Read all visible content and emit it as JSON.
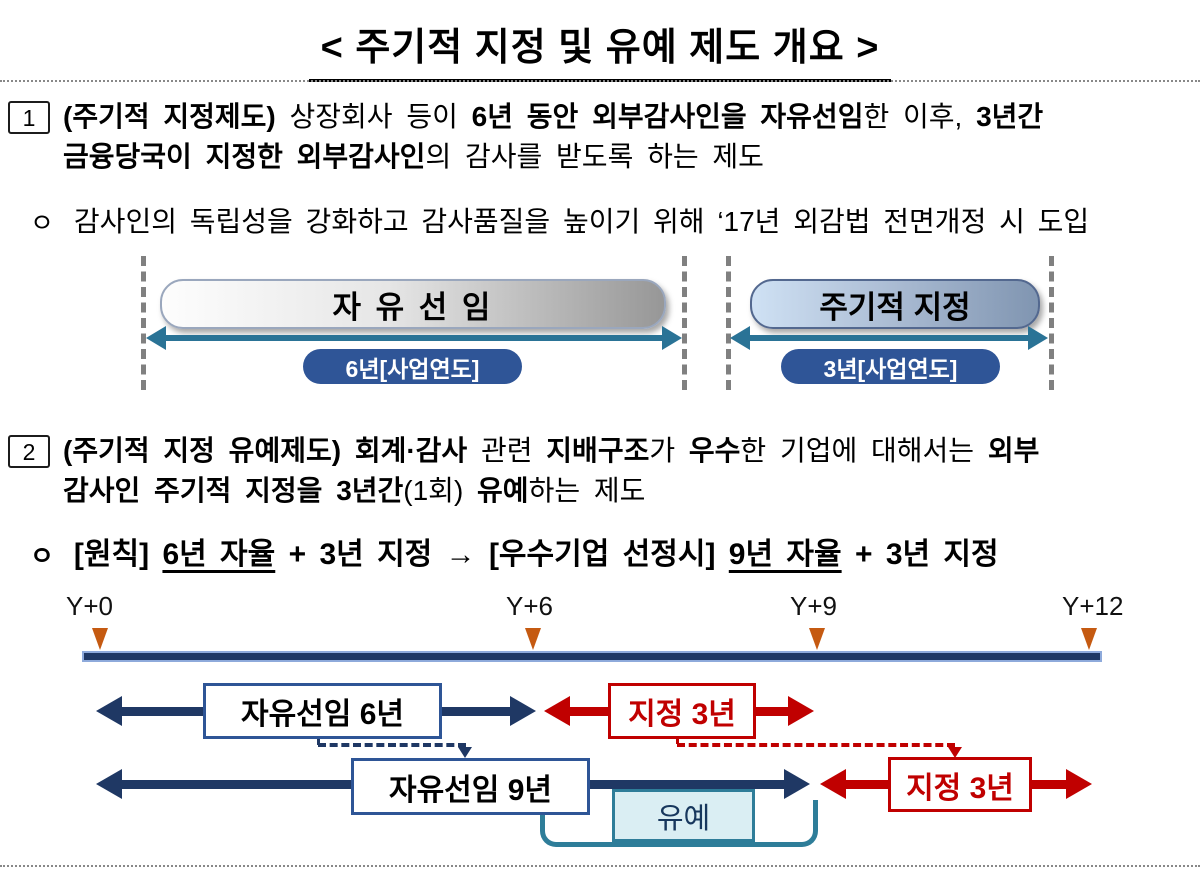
{
  "title": "< 주기적 지정 및 유예 제도 개요 >",
  "section1": {
    "marker": "1",
    "paragraph": [
      {
        "t": "(주기적 지정제도) ",
        "b": true
      },
      {
        "t": "상장회사 등이 "
      },
      {
        "t": "6년 동안 외부감사인을 자유선임",
        "b": true
      },
      {
        "t": "한 이후, "
      },
      {
        "t": "3년간",
        "b": true
      },
      {
        "br": true
      },
      {
        "t": "금융당국이 지정한 외부감사인",
        "b": true
      },
      {
        "t": "의 감사를 받도록 하는 제도"
      }
    ],
    "bullet_marker": "ㅇ",
    "bullet": [
      {
        "t": "감사인의 독립성을 강화하고 감사품질을 높이기 위해 ‘17년 외감법 전면개정 시 도입"
      }
    ]
  },
  "diagram1": {
    "free_label": "자 유 선 임",
    "free_duration": "6년[사업연도]",
    "designated_label": "주기적 지정",
    "designated_duration": "3년[사업연도]"
  },
  "section2": {
    "marker": "2",
    "paragraph": [
      {
        "t": "(주기적 지정 유예제도) ",
        "b": true
      },
      {
        "t": "회계·감사",
        "b": true
      },
      {
        "t": " 관련 "
      },
      {
        "t": "지배구조",
        "b": true
      },
      {
        "t": "가 "
      },
      {
        "t": "우수",
        "b": true
      },
      {
        "t": "한 기업에 대해서는 "
      },
      {
        "t": "외부",
        "b": true
      },
      {
        "br": true
      },
      {
        "t": "감사인 주기적 지정을 ",
        "b": true
      },
      {
        "t": "3년간",
        "b": true
      },
      {
        "t": "(1회) "
      },
      {
        "t": "유예",
        "b": true
      },
      {
        "t": "하는 제도"
      }
    ],
    "bullet_marker": "ㅇ",
    "bullet": [
      {
        "t": "[원칙] ",
        "b": true
      },
      {
        "t": "6년 자율",
        "b": true,
        "u": true
      },
      {
        "t": " + 3년 지정 → [우수기업 선정시] ",
        "b": true
      },
      {
        "t": "9년 자율",
        "b": true,
        "u": true
      },
      {
        "t": " + 3년 지정",
        "b": true
      }
    ]
  },
  "timeline": {
    "labels": [
      "Y+0",
      "Y+6",
      "Y+9",
      "Y+12"
    ],
    "row1_free": "자유선임 6년",
    "row1_designated": "지정 3년",
    "row2_free": "자유선임 9년",
    "row2_designated": "지정 3년",
    "deferral": "유예"
  },
  "colors": {
    "navy": "#1f3864",
    "red": "#c00000",
    "teal_arrow": "#2a7396",
    "duration_pill": "#2f5597",
    "tick_orange": "#c55a11",
    "bracket_teal": "#2e7d99",
    "deferral_bg": "#daeef3"
  }
}
